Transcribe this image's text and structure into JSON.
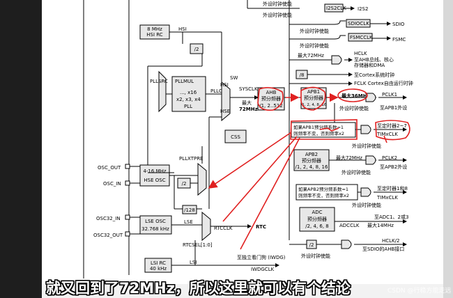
{
  "diagram": {
    "boxes": {
      "hsi_rc": [
        "8 MHz",
        "HSI RC"
      ],
      "div2_hsi": "/2",
      "pllmul": [
        "PLLMUL",
        "..., x16",
        "x2, x3, x4",
        "PLL"
      ],
      "ahb": [
        "AHB",
        "预分频器",
        "/1, 2..512"
      ],
      "apb1": [
        "APB1",
        "预分频器",
        "/1, 2, 4, 8, 16"
      ],
      "css": "CSS",
      "apb2": [
        "APB2",
        "预分频器",
        "/1, 2, 4, 8, 16"
      ],
      "hse_osc": [
        "4-16 MHz",
        "HSE OSC"
      ],
      "div2_hse": "/2",
      "div128": "/128",
      "lse_osc": [
        "LSE OSC",
        "32.768 kHz"
      ],
      "adc": [
        "ADC",
        "预分频器",
        "/2, 4, 6, 8"
      ],
      "lsi_rc": [
        "LSI RC",
        "40 kHz"
      ],
      "div8": "/8",
      "div2_sdio": "/2",
      "i2s2clk": "I2S2CLK",
      "sdioclk": "SDIOCLK",
      "fsmcclk": "FSMCCLK"
    },
    "labels": {
      "periph_en": "外设时钟使能",
      "i2s2": "I2S2",
      "sdio": "SDIO",
      "fsmc": "FSMC",
      "max72_a": "最大72MHz",
      "hclk": "HCLK",
      "hclk_desc1": "至AHB总线、核心",
      "hclk_desc2": "存储器和DMA",
      "cortex_timer": "至Cortex系统时钟",
      "fclk": "FCLK Cortex自由运行时钟",
      "max36": "最大36MHz",
      "pclk1": "PCLK1",
      "to_apb1": "至APB1外设",
      "apb1_note1": "如果APB1预分频系数=1",
      "apb1_note2": "则频率不变，否则频率x2",
      "tim_2_7": "至定时器2~7",
      "timxclk": "TIMxCLK",
      "hsi": "HSI",
      "pllsrc": "PLLSRC",
      "sw": "SW",
      "pllclk": "PLLCLK",
      "sysclk": "SYSCLK",
      "max72_b": "最大",
      "max72_c": "72MHz",
      "hse": "HSE",
      "pllxtpre": "PLLXTPRE",
      "max72_apb2": "最大72MHz",
      "pclk2": "PCLK2",
      "to_apb2": "至APB2外设",
      "apb2_note1": "如果APB2预分频系数=1",
      "apb2_note2": "则频率不变，否则频率x2",
      "tim_1_8": "至定时器1和8",
      "tim1clk": "TIMxCLK",
      "to_adc": "至ADC1、2或3",
      "adcclk": "ADCCLK",
      "max14": "最大14MHz",
      "osc_out": "OSC_OUT",
      "osc_in": "OSC_IN",
      "osc32_in": "OSC32_IN",
      "osc32_out": "OSC32_OUT",
      "lse": "LSE",
      "rtcclk": "RTCCLK",
      "rtc": "RTC",
      "rtcsel": "RTCSEL[1:0]",
      "hclk2": "HCLK/2",
      "to_sdio": "至SDIO的AHB接口",
      "lsi": "LSI",
      "iwdg_note": "至独立看门狗 (IWDG)",
      "iwdgclk": "IWDGCLK"
    }
  },
  "subtitle": "就又回到了72MHz，所以这里就可以有个结论",
  "watermark": "CSDN @行稳方能走远",
  "colors": {
    "annotation": "#e02020",
    "line": "#000000",
    "box_fill": "#e8e8e8"
  }
}
